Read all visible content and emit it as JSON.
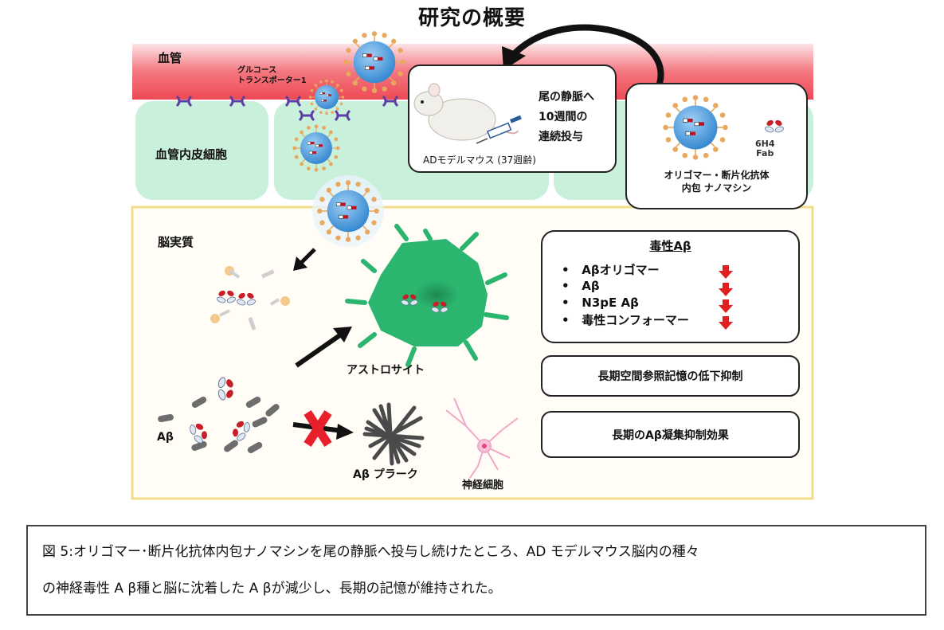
{
  "title": "研究の概要",
  "labels": {
    "blood_vessel": "血管",
    "glut1": "グルコース\nトランスポーター1",
    "endothelial": "血管内皮細胞",
    "parenchyma": "脳実質",
    "astrocyte": "アストロサイト",
    "abeta": "Aβ",
    "plaque": "Aβ プラーク",
    "neuron": "神経細胞"
  },
  "injection": {
    "text_lines": [
      "尾の静脈へ",
      "10週間の",
      "連続投与"
    ],
    "mouse_label": "ADモデルマウス (37週齢)"
  },
  "nanomachine": {
    "fab_label_line1": "6H4",
    "fab_label_line2": "Fab",
    "name_line1": "オリゴマー・断片化抗体",
    "name_line2": "内包 ナノマシン"
  },
  "toxic": {
    "heading": "毒性Aβ",
    "items": [
      "Aβオリゴマー",
      "Aβ",
      "N3pE Aβ",
      "毒性コンフォーマー"
    ]
  },
  "effects": [
    "長期空間参照記憶の低下抑制",
    "長期のAβ凝集抑制効果"
  ],
  "caption": {
    "line1": "図 5:オリゴマー･断片化抗体内包ナノマシンを尾の静脈へ投与し続けたところ、AD モデルマウス脳内の種々",
    "line2": "の神経毒性 A β種と脳に沈着した A βが減少し、長期の記憶が維持された。"
  },
  "colors": {
    "vessel_red": "#ee4a55",
    "endothelium_green": "#c9f0da",
    "parenchyma_border": "#f3dc8a",
    "astrocyte": "#2bb56f",
    "nanomachine_core": "#3d93d8",
    "arrow_down_red": "#e02020"
  }
}
